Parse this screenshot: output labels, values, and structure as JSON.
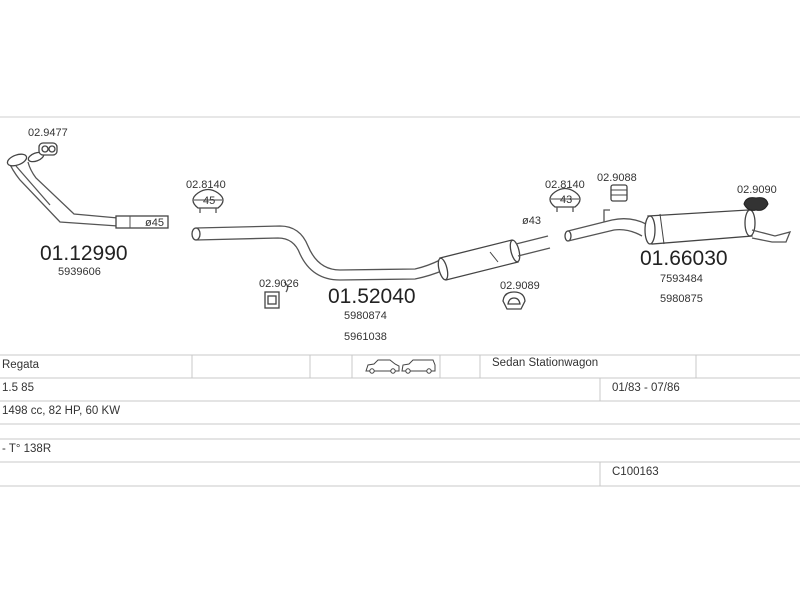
{
  "parts": {
    "front_pipe": {
      "code": "01.12990",
      "refs": [
        "5939606"
      ]
    },
    "front_gasket": {
      "code": "02.9477"
    },
    "diameter_front": {
      "label": "ø45"
    },
    "clamp_front": {
      "code": "02.8140",
      "size": "45"
    },
    "hanger_mid": {
      "code": "02.9026"
    },
    "middle_silencer": {
      "code": "01.52040",
      "refs": [
        "5980874",
        "5961038"
      ]
    },
    "ring_mid": {
      "code": "02.9089"
    },
    "diameter_rear": {
      "label": "ø43"
    },
    "clamp_rear": {
      "code": "02.8140",
      "size": "43"
    },
    "rubber_rear": {
      "code": "02.9088"
    },
    "rear_silencer": {
      "code": "01.66030",
      "refs": [
        "7593484",
        "5980875"
      ]
    },
    "rubber_tail": {
      "code": "02.9090"
    }
  },
  "vehicle": {
    "model": "Regata",
    "body_types": "Sedan  Stationwagon",
    "engine": "1.5  85",
    "years": "01/83 - 07/86",
    "specs": "1498 cc, 82 HP, 60 KW",
    "note": "- T° 138R",
    "set_code": "C100163"
  }
}
